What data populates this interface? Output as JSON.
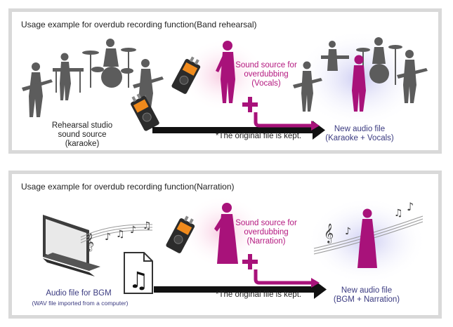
{
  "panels": [
    {
      "title": "Usage example for overdub recording function(Band rehearsal)",
      "source_lines": [
        "Rehearsal studio",
        "sound source",
        "(karaoke)"
      ],
      "overdub_lines": [
        "Sound source for",
        "overdubbing",
        "(Vocals)"
      ],
      "note": "*The original file is kept.",
      "result_lines": [
        "New audio file",
        "(Karaoke + Vocals)"
      ]
    },
    {
      "title": "Usage example for overdub recording function(Narration)",
      "source_lines": [
        "Audio file for BGM"
      ],
      "source_sub": "(WAV file imported from a computer)",
      "overdub_lines": [
        "Sound source for",
        "overdubbing",
        "(Narration)"
      ],
      "note": "*The original file is kept.",
      "result_lines": [
        "New audio file",
        "(BGM + Narration)"
      ]
    }
  ],
  "colors": {
    "accent_magenta": "#a8127a",
    "arrow_black": "#111111",
    "silhouette_gray": "#5c5c5c",
    "label_navy": "#3a3a80",
    "panel_border": "#d9d9d9"
  },
  "icons": [
    "recorder-icon",
    "plus-icon",
    "arrow-icon",
    "laptop-icon",
    "audio-file-icon",
    "music-notes-icon",
    "band-silhouette",
    "vocalist-silhouette",
    "narrator-silhouette"
  ]
}
